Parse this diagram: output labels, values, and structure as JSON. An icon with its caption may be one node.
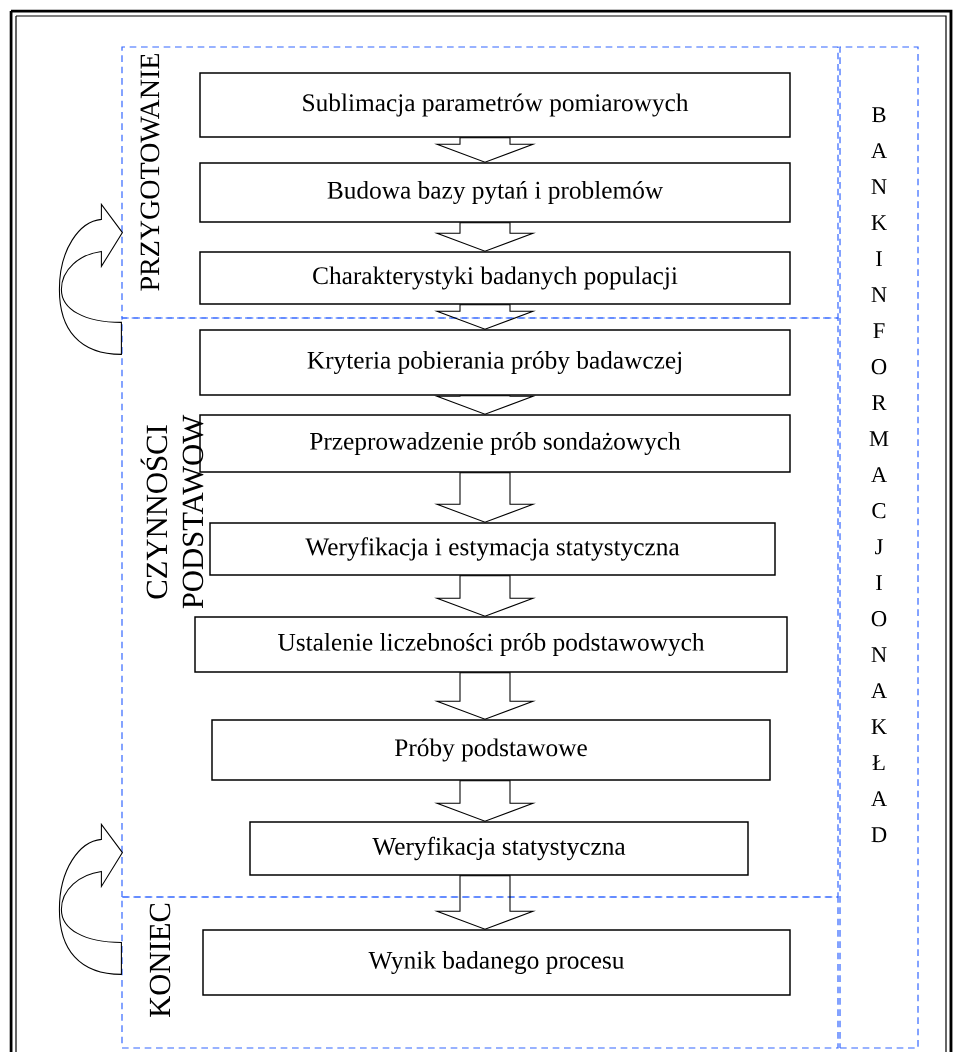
{
  "diagram": {
    "nodes": [
      {
        "text": [
          "PRZYGOTOWANIE"
        ]
      },
      {
        "text": [
          "Sublimacja parametrów pomiarowych"
        ],
        "in": 0
      },
      {
        "text": [
          "Budowa bazy pytań i problemów"
        ],
        "in": 0
      },
      {
        "text": [
          "Charakterystyki badanych populacji"
        ],
        "in": 0
      },
      {
        "text": [
          "CZYNNOŚCI PODSTAWOW"
        ]
      },
      {
        "text": [
          "Kryteria pobierania próby badawczej"
        ],
        "in": 4
      },
      {
        "text": [
          "Przeprowadzenie prób sondażowych"
        ],
        "in": 4
      },
      {
        "text": [
          "Weryfikacja i estymacja statystyczna"
        ],
        "in": 4
      },
      {
        "text": [
          "Ustalenie liczebności prób podstawowych"
        ],
        "in": 4
      },
      {
        "text": [
          "Próby podstawowe"
        ],
        "in": 4
      },
      {
        "text": [
          "Weryfikacja statystyczna"
        ],
        "in": 4
      },
      {
        "text": [
          "KONIEC"
        ]
      },
      {
        "text": [
          "Wynik badanego procesu"
        ],
        "in": 11
      },
      {
        "text": [
          "BANK INFORMACJI O NAKŁAD"
        ]
      }
    ],
    "edges": [
      {
        "from": 1,
        "to": 2,
        "arrow": "to"
      },
      {
        "from": 2,
        "to": 3,
        "arrow": "to"
      },
      {
        "from": 3,
        "to": 5,
        "arrow": "to"
      },
      {
        "from": 5,
        "to": 6,
        "arrow": "to"
      },
      {
        "from": 6,
        "to": 7,
        "arrow": "to"
      },
      {
        "from": 7,
        "to": 8,
        "arrow": "to"
      },
      {
        "from": 8,
        "to": 9,
        "arrow": "to"
      },
      {
        "from": 9,
        "to": 10,
        "arrow": "to"
      },
      {
        "from": 10,
        "to": 12,
        "arrow": "to"
      },
      {
        "from": 4,
        "to": 0,
        "arrow": "to"
      },
      {
        "from": 11,
        "to": 4,
        "arrow": "to"
      }
    ]
  }
}
